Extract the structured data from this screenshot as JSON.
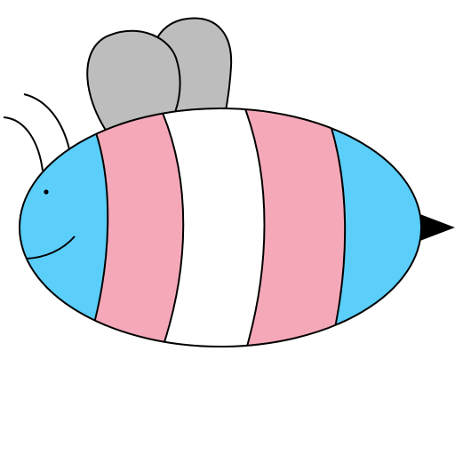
{
  "illustration": {
    "subject": "bee",
    "colors": {
      "background": "#ffffff",
      "outline": "#000000",
      "wing": "#bdbdbd",
      "blue": "#5bcefa",
      "pink": "#f5a9b8",
      "white": "#ffffff",
      "stinger": "#000000"
    },
    "body_stripes": [
      "blue",
      "pink",
      "white",
      "pink",
      "blue"
    ]
  }
}
